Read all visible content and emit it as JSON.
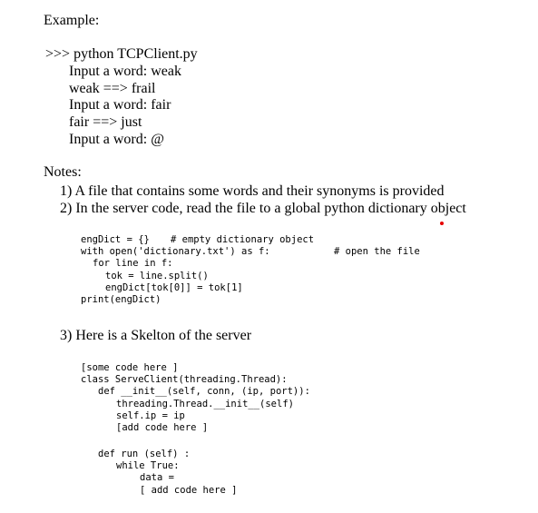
{
  "heading": "Example:",
  "example": {
    "command": ">>> python TCPClient.py",
    "lines": [
      "Input a word: weak",
      "weak ==> frail",
      "Input a word: fair",
      "fair ==> just",
      "Input a word: @"
    ]
  },
  "notes": {
    "title": "Notes:",
    "items": [
      "1) A file that contains some words and their synonyms is provided",
      "2) In the server code, read the file to a global python dictionary object",
      "3) Here is a Skelton of the server"
    ]
  },
  "code1": {
    "line1": "engDict = {}",
    "line1_comment": "# empty dictionary object",
    "line2": "with open('dictionary.txt') as f:",
    "line2_comment": "# open the file",
    "line3": "for line in f:",
    "line4": "tok = line.split()",
    "line5": "engDict[tok[0]] = tok[1]",
    "line6": "print(engDict)"
  },
  "code2": [
    "[some code here ]",
    "class ServeClient(threading.Thread):",
    "def __init__(self, conn, (ip, port)):",
    "threading.Thread.__init__(self)",
    "self.ip = ip",
    "[add code here ]",
    "def run (self) :",
    "while True:",
    "data =",
    "[ add code here ]"
  ],
  "colors": {
    "text": "#000000",
    "marker": "#e60000"
  }
}
